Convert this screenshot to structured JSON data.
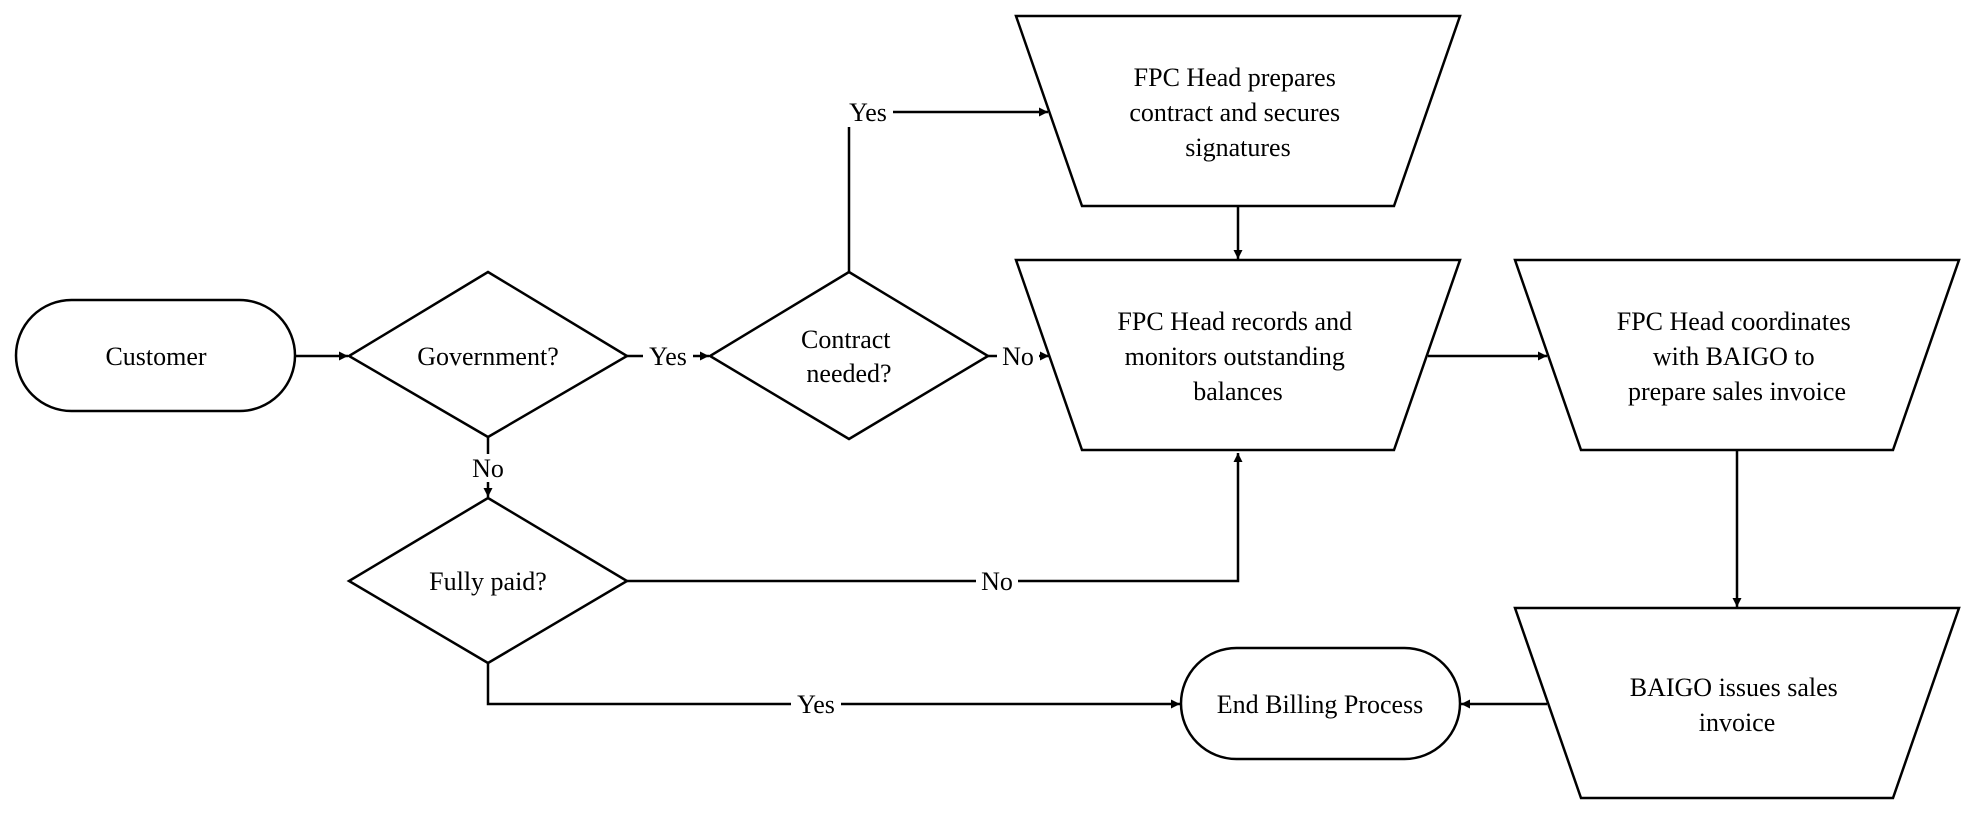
{
  "nodes": {
    "customer": {
      "lines": [
        "Customer"
      ]
    },
    "government": {
      "lines": [
        "Government?"
      ]
    },
    "contract_needed": {
      "lines": [
        "Contract",
        "needed?"
      ]
    },
    "prepare_contract": {
      "lines": [
        "FPC Head prepares",
        "contract and secures",
        "signatures"
      ]
    },
    "records_balances": {
      "lines": [
        "FPC Head records and",
        "monitors outstanding",
        "balances"
      ]
    },
    "coordinates_baigo": {
      "lines": [
        "FPC Head coordinates",
        "with BAIGO to",
        "prepare sales invoice"
      ]
    },
    "fully_paid": {
      "lines": [
        "Fully paid?"
      ]
    },
    "baigo_issues": {
      "lines": [
        "BAIGO issues sales",
        "invoice"
      ]
    },
    "end_billing": {
      "lines": [
        "End Billing Process"
      ]
    }
  },
  "edges": {
    "gov_yes": "Yes",
    "gov_no": "No",
    "contract_yes": "Yes",
    "contract_no": "No",
    "paid_no": "No",
    "paid_yes": "Yes"
  }
}
